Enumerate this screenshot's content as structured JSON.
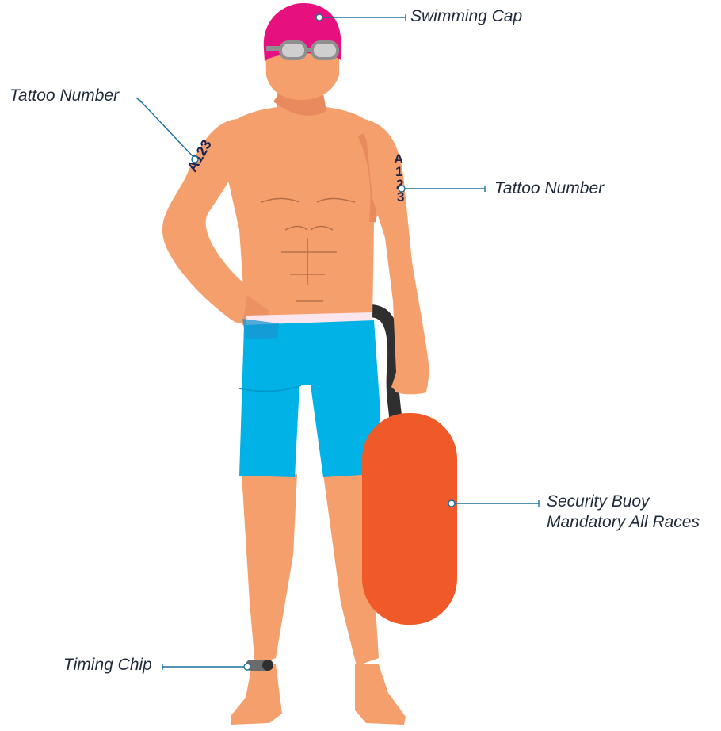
{
  "labels": {
    "swimming_cap": "Swimming Cap",
    "tattoo_left": "Tattoo Number",
    "tattoo_right": "Tattoo Number",
    "buoy_line1": "Security Buoy",
    "buoy_line2": "Mandatory All Races",
    "timing_chip": "Timing Chip"
  },
  "tattoo_text": [
    "A",
    "1",
    "2",
    "3"
  ],
  "colors": {
    "skin": "#f5a06c",
    "skin_shade": "#e98a5e",
    "cap": "#e6117f",
    "goggles": "#a9a9a9",
    "trunks": "#00b2e6",
    "waistband": "#fbe6ee",
    "buoy": "#f05a28",
    "strap": "#2f2f2f",
    "callout_line": "#1b6f9e",
    "tattoo_ink": "#1c2450"
  }
}
